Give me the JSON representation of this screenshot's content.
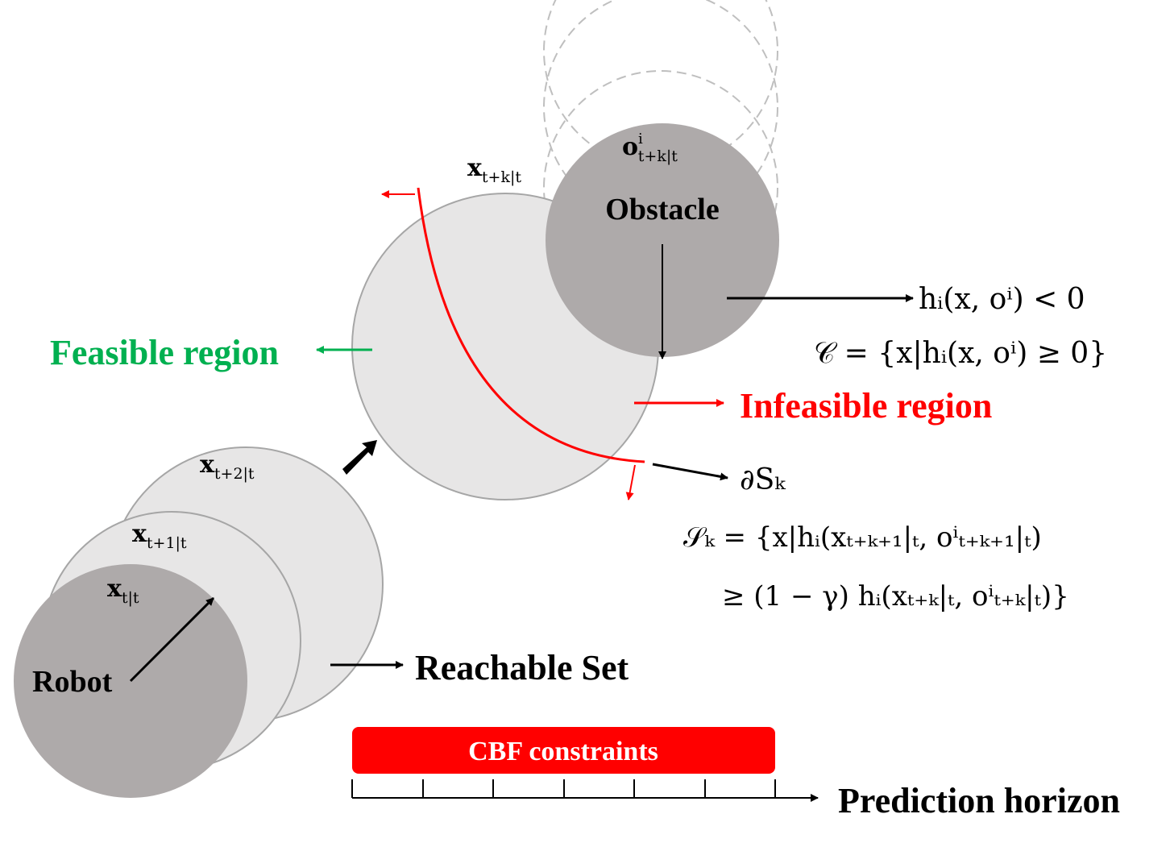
{
  "labels": {
    "robot": "Robot",
    "obstacle": "Obstacle",
    "reachable_set": "Reachable Set",
    "feasible_region": "Feasible region",
    "infeasible_region": "Infeasible region",
    "cbf_constraints": "CBF constraints",
    "prediction_horizon": "Prediction horizon"
  },
  "states": {
    "x_sym": "x",
    "x_t_t_sub": "t|t",
    "x_t1_t_sub": "t+1|t",
    "x_t2_t_sub": "t+2|t",
    "x_tk_t_sub": "t+k|t",
    "o_sym": "o",
    "o_sup": "i",
    "o_sub": "t+k|t"
  },
  "math": {
    "h_neg": "hᵢ(x, oⁱ) < 0",
    "C_def": "𝒞 = {x|hᵢ(x, oⁱ) ≥ 0}",
    "dS": "∂Sₖ",
    "S_def_line1": "𝒮ₖ = {x|hᵢ(xₜ₊ₖ₊₁|ₜ, oⁱₜ₊ₖ₊₁|ₜ)",
    "S_def_line2": "≥ (1 − γ) hᵢ(xₜ₊ₖ|ₜ, oⁱₜ₊ₖ|ₜ)}"
  },
  "colors": {
    "robot_fill": "#aeaaaa",
    "obstacle_fill": "#aeaaaa",
    "reachable_fill": "#e7e6e6",
    "circle_stroke": "#a6a6a6",
    "ghost_stroke": "#bfbfbf",
    "boundary_red": "#ff0000",
    "feasible_green": "#00b050",
    "infeasible_red": "#ff0000",
    "cbf_bar": "#ff0000",
    "text_black": "#000000"
  },
  "icons": {
    "forward_arrow": "thick-black-arrow-icon"
  }
}
